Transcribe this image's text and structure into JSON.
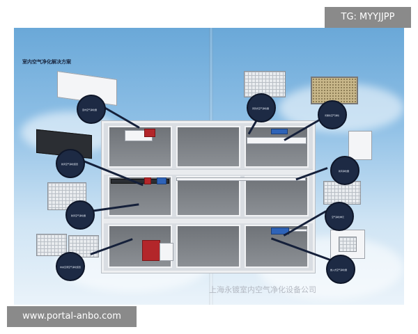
{
  "brochure": {
    "title": "室内空气净化解决方案",
    "watermark": "上海永镀室内空气净化设备公司"
  },
  "callouts": [
    {
      "id": "ceiling-duct-unit",
      "label": "室内空气净化器"
    },
    {
      "id": "duct-fan-unit",
      "label": "新风空气净化装置"
    },
    {
      "id": "panel-filter",
      "label": "新风空气净化器"
    },
    {
      "id": "filter-modules",
      "label": "中央空调空气净化装置"
    },
    {
      "id": "duct-box-filter",
      "label": "风管式空气净化器"
    },
    {
      "id": "honeycomb-filter",
      "label": "光催化空气净化"
    },
    {
      "id": "wall-mount-unit",
      "label": "新风净化器"
    },
    {
      "id": "bag-filter",
      "label": "空气净化单元"
    },
    {
      "id": "cassette-unit",
      "label": "嵌入式空气净化器"
    }
  ],
  "overlays": {
    "tg": "TG: MYYJJPP",
    "url": "www.portal-anbo.com"
  },
  "colors": {
    "sky_top": "#6aa8d8",
    "sky_bottom": "#eaf3fa",
    "lens": "#1d2a44",
    "duct_blue": "#2e63b8",
    "unit_red": "#b3262a",
    "badge_gray": "#8a8a8a"
  }
}
